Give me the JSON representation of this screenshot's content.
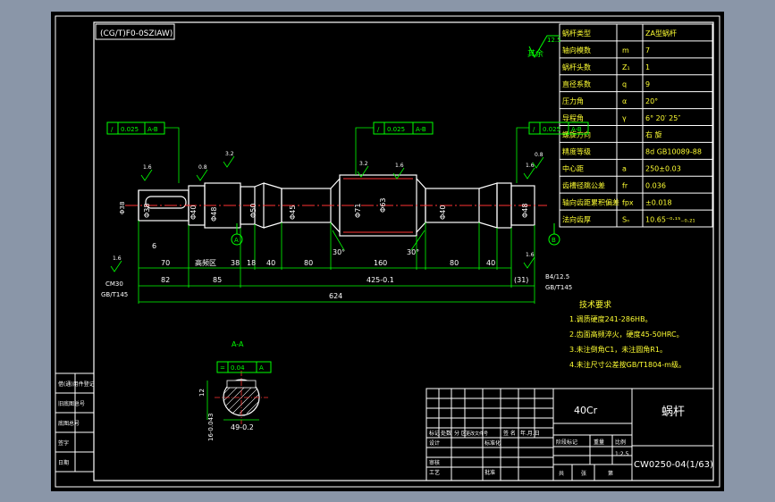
{
  "frame_tag": "(CG/T)F0-0SZIAW)",
  "params": [
    {
      "name": "蜗杆类型",
      "sym": "",
      "val": "ZA型蜗杆"
    },
    {
      "name": "轴向模数",
      "sym": "m",
      "val": "7"
    },
    {
      "name": "蜗杆头数",
      "sym": "Z₁",
      "val": "1"
    },
    {
      "name": "直径系数",
      "sym": "q",
      "val": "9"
    },
    {
      "name": "压力角",
      "sym": "α",
      "val": "20°"
    },
    {
      "name": "导程角",
      "sym": "γ",
      "val": "6° 20′ 25″"
    },
    {
      "name": "螺旋方向",
      "sym": "",
      "val": "右 旋"
    },
    {
      "name": "精度等级",
      "sym": "",
      "val": "8d GB10089-88"
    },
    {
      "name": "中心距",
      "sym": "a",
      "val": "250±0.03"
    },
    {
      "name": "齿槽径跳公差",
      "sym": "fr",
      "val": "0.036"
    },
    {
      "name": "轴向齿距累积偏差",
      "sym": "fpx",
      "val": "±0.018"
    },
    {
      "name": "法向齿厚",
      "sym": "Sₙ",
      "val": "10.65⁻⁰·¹⁵₋₀.₂₁"
    }
  ],
  "tech_title": "技术要求",
  "tech_items": [
    "1.调质硬度241-286HB。",
    "2.齿面高频淬火，硬度45-50HRC。",
    "3.未注倒角C1，未注圆角R1。",
    "4.未注尺寸公差按GB/T1804-m级。"
  ],
  "tolerances": {
    "left": [
      "/",
      "0.025",
      "A-B"
    ],
    "mid": [
      "/",
      "0.025",
      "A-B"
    ],
    "right": [
      "/",
      "0.025",
      "A-B"
    ],
    "section": [
      "=",
      "0.04",
      "A"
    ]
  },
  "roughness": {
    "main": "12.5",
    "main_note": "其余",
    "r1": "1.6",
    "r2": "0.8",
    "r3": "3.2",
    "r4": "3.2",
    "r5": "1.6",
    "r6": "1.6",
    "r7": "0.8",
    "r8": "1.6",
    "r9": "1.6"
  },
  "dims_row1": [
    "70",
    "高频区",
    "38",
    "18",
    "40",
    "80",
    "160",
    "80",
    "40"
  ],
  "dims_row2": [
    "82",
    "85"
  ],
  "dims_overall": {
    "mid": "425-0.1",
    "end": "(31)",
    "total": "624"
  },
  "dia_labels": [
    "Φ38",
    "Φ40",
    "Φ48",
    "Φ50",
    "Φ45",
    "Φ40",
    "Φ48"
  ],
  "center_labels": [
    "Φ71",
    "Φ63"
  ],
  "angles": [
    "30°",
    "30°"
  ],
  "notes_left": {
    "six": "6",
    "cm": "CM30",
    "gb": "GB/T145"
  },
  "notes_right": {
    "b4": "B4/12.5",
    "gb": "GB/T145"
  },
  "datum_a": "A",
  "datum_b": "B",
  "section_title": "A-A",
  "section_dims": {
    "key": "12",
    "width": "49-0.2",
    "height": "16-0.043"
  },
  "material": "40Cr",
  "part_name": "蜗杆",
  "drawing_no": "CW0250-04(1/63)",
  "scale": "1:2.5",
  "title_labels": {
    "biaoji": "标记",
    "chushu": "处数",
    "fenqu": "分 区",
    "gengwen": "更改文件号",
    "qianming": "签 名",
    "nianyue": "年.月.日",
    "sheji": "设计",
    "biaozhunhua": "标准化",
    "shenhe": "审核",
    "gongyi": "工艺",
    "pizhun": "批准",
    "jieduan": "阶段标记",
    "zhongliang": "重量",
    "bili": "比例",
    "gong": "共",
    "zhang": "张",
    "di": "第"
  },
  "side_block": [
    "借(通)用件登记",
    "旧底图总号",
    "底图总号",
    "签字",
    "日期"
  ]
}
